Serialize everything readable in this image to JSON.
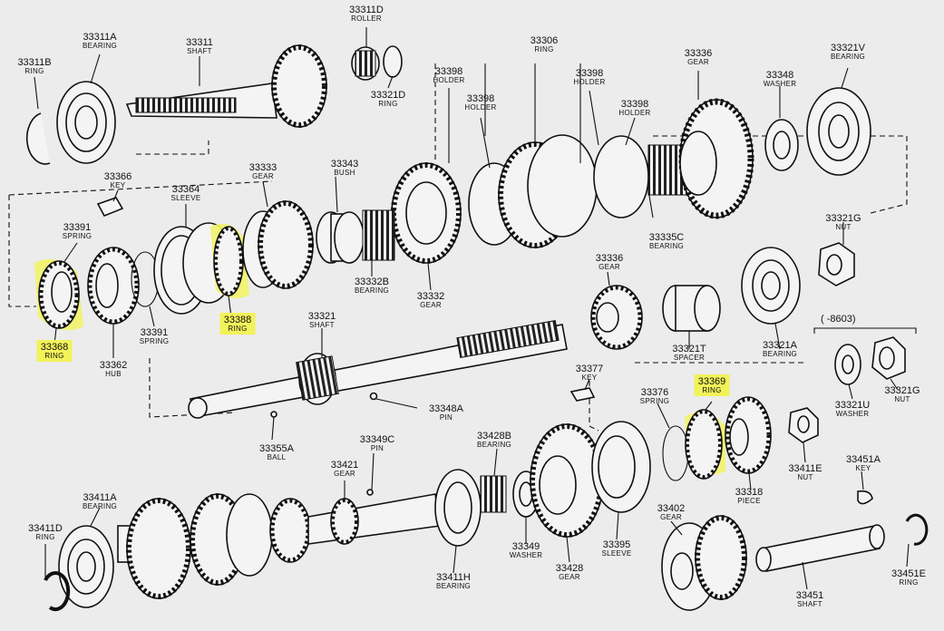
{
  "highlight_color": "#f2f25a",
  "labels": [
    {
      "id": "33311D",
      "num": "33311D",
      "sub": "ROLLER",
      "highlight": false
    },
    {
      "id": "33311A",
      "num": "33311A",
      "sub": "BEARING",
      "highlight": false
    },
    {
      "id": "33311",
      "num": "33311",
      "sub": "SHAFT",
      "highlight": false
    },
    {
      "id": "33311B",
      "num": "33311B",
      "sub": "RING",
      "highlight": false
    },
    {
      "id": "33321D",
      "num": "33321D",
      "sub": "RING",
      "highlight": false
    },
    {
      "id": "33306",
      "num": "33306",
      "sub": "RING",
      "highlight": false
    },
    {
      "id": "33336-top",
      "num": "33336",
      "sub": "GEAR",
      "highlight": false
    },
    {
      "id": "33321V",
      "num": "33321V",
      "sub": "BEARING",
      "highlight": false
    },
    {
      "id": "33398-a",
      "num": "33398",
      "sub": "HOLDER",
      "highlight": false
    },
    {
      "id": "33398-b",
      "num": "33398",
      "sub": "HOLDER",
      "highlight": false
    },
    {
      "id": "33398-c",
      "num": "33398",
      "sub": "HOLDER",
      "highlight": false
    },
    {
      "id": "33398-d",
      "num": "33398",
      "sub": "HOLDER",
      "highlight": false
    },
    {
      "id": "33348",
      "num": "33348",
      "sub": "WASHER",
      "highlight": false
    },
    {
      "id": "33366",
      "num": "33366",
      "sub": "KEY",
      "highlight": false
    },
    {
      "id": "33364",
      "num": "33364",
      "sub": "SLEEVE",
      "highlight": false
    },
    {
      "id": "33333",
      "num": "33333",
      "sub": "GEAR",
      "highlight": false
    },
    {
      "id": "33343",
      "num": "33343",
      "sub": "BUSH",
      "highlight": false
    },
    {
      "id": "33391-a",
      "num": "33391",
      "sub": "SPRING",
      "highlight": false
    },
    {
      "id": "33335C",
      "num": "33335C",
      "sub": "BEARING",
      "highlight": false
    },
    {
      "id": "33321G-top",
      "num": "33321G",
      "sub": "NUT",
      "highlight": false
    },
    {
      "id": "33368",
      "num": "33368",
      "sub": "RING",
      "highlight": true
    },
    {
      "id": "33362",
      "num": "33362",
      "sub": "HUB",
      "highlight": false
    },
    {
      "id": "33391-b",
      "num": "33391",
      "sub": "SPRING",
      "highlight": false
    },
    {
      "id": "33388",
      "num": "33388",
      "sub": "RING",
      "highlight": true
    },
    {
      "id": "33332B",
      "num": "33332B",
      "sub": "BEARING",
      "highlight": false
    },
    {
      "id": "33332",
      "num": "33332",
      "sub": "GEAR",
      "highlight": false
    },
    {
      "id": "33336-mid",
      "num": "33336",
      "sub": "GEAR",
      "highlight": false
    },
    {
      "id": "33321",
      "num": "33321",
      "sub": "SHAFT",
      "highlight": false
    },
    {
      "id": "33321T",
      "num": "33321T",
      "sub": "SPACER",
      "highlight": false
    },
    {
      "id": "33321A",
      "num": "33321A",
      "sub": "BEARING",
      "highlight": false
    },
    {
      "id": "33377",
      "num": "33377",
      "sub": "KEY",
      "highlight": false
    },
    {
      "id": "33376",
      "num": "33376",
      "sub": "SPRING",
      "highlight": false
    },
    {
      "id": "33369",
      "num": "33369",
      "sub": "RING",
      "highlight": true
    },
    {
      "id": "33348A",
      "num": "33348A",
      "sub": "PIN",
      "highlight": false
    },
    {
      "id": "33321U",
      "num": "33321U",
      "sub": "WASHER",
      "highlight": false
    },
    {
      "id": "33321G-right",
      "num": "33321G",
      "sub": "NUT",
      "highlight": false
    },
    {
      "id": "33355A",
      "num": "33355A",
      "sub": "BALL",
      "highlight": false
    },
    {
      "id": "33349C",
      "num": "33349C",
      "sub": "PIN",
      "highlight": false
    },
    {
      "id": "33428B",
      "num": "33428B",
      "sub": "BEARING",
      "highlight": false
    },
    {
      "id": "33421",
      "num": "33421",
      "sub": "GEAR",
      "highlight": false
    },
    {
      "id": "33411E",
      "num": "33411E",
      "sub": "NUT",
      "highlight": false
    },
    {
      "id": "33451A",
      "num": "33451A",
      "sub": "KEY",
      "highlight": false
    },
    {
      "id": "33318",
      "num": "33318",
      "sub": "PIECE",
      "highlight": false
    },
    {
      "id": "33411A",
      "num": "33411A",
      "sub": "BEARING",
      "highlight": false
    },
    {
      "id": "33402",
      "num": "33402",
      "sub": "GEAR",
      "highlight": false
    },
    {
      "id": "33411D",
      "num": "33411D",
      "sub": "RING",
      "highlight": false
    },
    {
      "id": "33349",
      "num": "33349",
      "sub": "WASHER",
      "highlight": false
    },
    {
      "id": "33395",
      "num": "33395",
      "sub": "SLEEVE",
      "highlight": false
    },
    {
      "id": "33428",
      "num": "33428",
      "sub": "GEAR",
      "highlight": false
    },
    {
      "id": "33411H",
      "num": "33411H",
      "sub": "BEARING",
      "highlight": false
    },
    {
      "id": "33451E",
      "num": "33451E",
      "sub": "RING",
      "highlight": false
    },
    {
      "id": "33451",
      "num": "33451",
      "sub": "SHAFT",
      "highlight": false
    }
  ],
  "range_note": "(      -8603)"
}
